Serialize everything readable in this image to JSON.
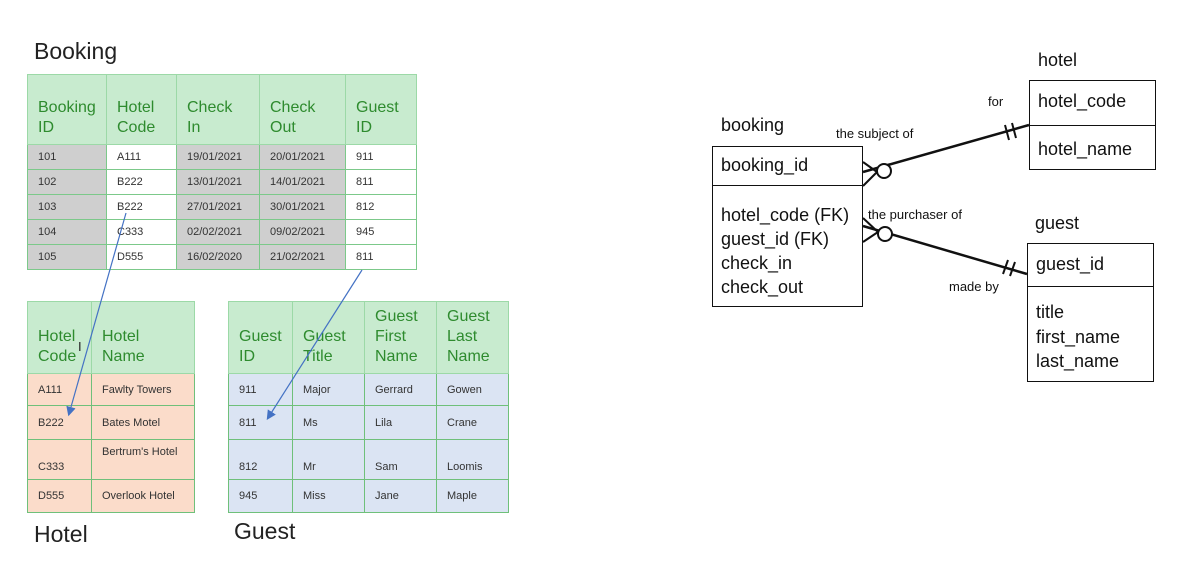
{
  "booking": {
    "title": "Booking",
    "headers": [
      [
        "Booking",
        "ID"
      ],
      [
        "Hotel",
        "Code"
      ],
      [
        "Check",
        "In"
      ],
      [
        "Check",
        "Out"
      ],
      [
        "Guest",
        "ID"
      ]
    ],
    "rows": [
      [
        "101",
        "A111",
        "19/01/2021",
        "20/01/2021",
        "911"
      ],
      [
        "102",
        "B222",
        "13/01/2021",
        "14/01/2021",
        "811"
      ],
      [
        "103",
        "B222",
        "27/01/2021",
        "30/01/2021",
        "812"
      ],
      [
        "104",
        "C333",
        "02/02/2021",
        "09/02/2021",
        "945"
      ],
      [
        "105",
        "D555",
        "16/02/2020",
        "21/02/2021",
        "811"
      ]
    ]
  },
  "hotel": {
    "title": "Hotel",
    "headers": [
      [
        "Hotel",
        "Code"
      ],
      [
        "Hotel",
        "Name"
      ]
    ],
    "rows": [
      [
        "A111",
        "Fawlty Towers"
      ],
      [
        "B222",
        "Bates Motel"
      ],
      [
        "C333",
        "Bertrum's Hotel"
      ],
      [
        "D555",
        "Overlook Hotel"
      ]
    ]
  },
  "guest": {
    "title": "Guest",
    "headers": [
      [
        "",
        "Guest",
        "ID"
      ],
      [
        "",
        "Guest",
        "Title"
      ],
      [
        "Guest",
        "First",
        "Name"
      ],
      [
        "Guest",
        "Last",
        "Name"
      ]
    ],
    "rows": [
      [
        "911",
        "Major",
        "Gerrard",
        "Gowen"
      ],
      [
        "811",
        "Ms",
        "Lila",
        "Crane"
      ],
      [
        "812",
        "Mr",
        "Sam",
        "Loomis"
      ],
      [
        "945",
        "Miss",
        "Jane",
        "Maple"
      ]
    ]
  },
  "er": {
    "booking": {
      "label": "booking",
      "pk": "booking_id",
      "fields": [
        "hotel_code (FK)",
        "guest_id (FK)",
        "check_in",
        "check_out"
      ]
    },
    "hotel": {
      "label": "hotel",
      "pk": "hotel_code",
      "fields": [
        "hotel_name"
      ]
    },
    "guest": {
      "label": "guest",
      "pk": "guest_id",
      "fields": [
        "title",
        "first_name",
        "last_name"
      ]
    },
    "relationships": {
      "booking_hotel_booking_side": "the subject of",
      "booking_hotel_hotel_side": "for",
      "booking_guest_booking_side": "the purchaser of",
      "booking_guest_guest_side": "made by"
    }
  }
}
